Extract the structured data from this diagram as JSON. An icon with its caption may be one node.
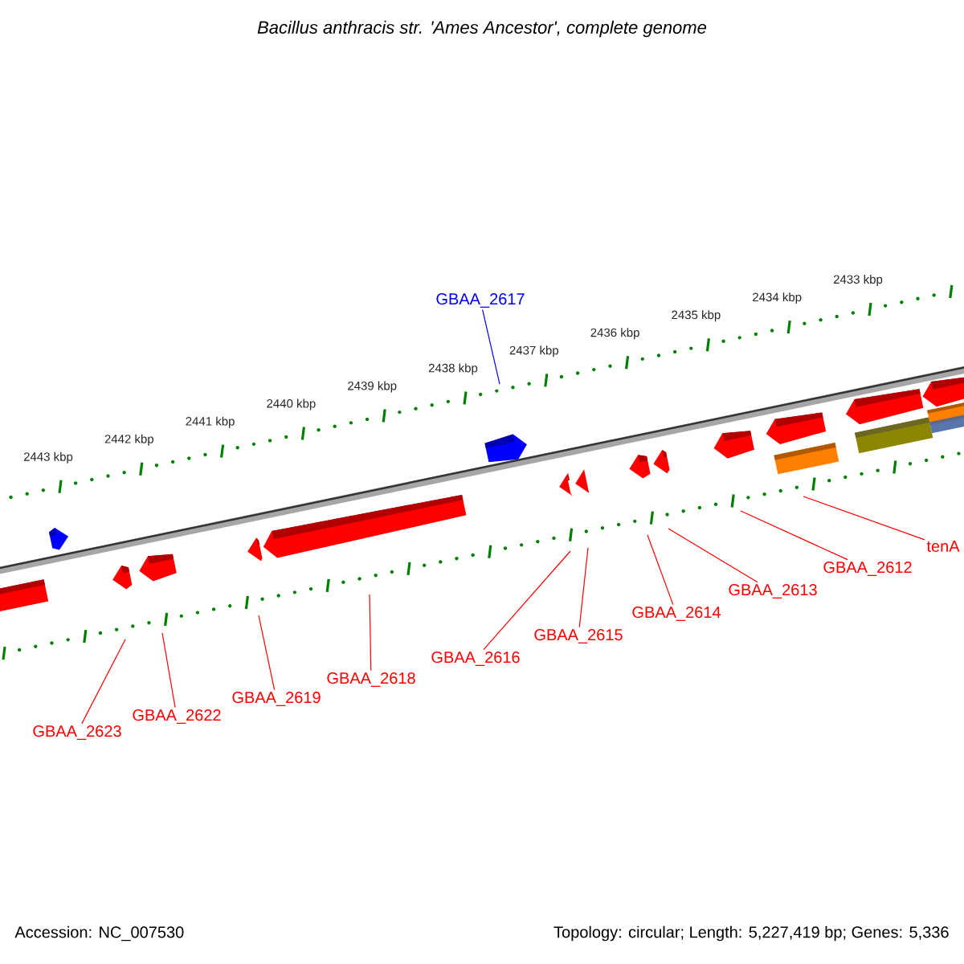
{
  "diagram": {
    "title": "Bacillus anthracis str. 'Ames Ancestor', complete genome",
    "nodes": [
      {
        "text": [
          "GBAA_2617"
        ]
      },
      {
        "text": [
          "GBAA_2623"
        ]
      },
      {
        "text": [
          "GBAA_2622"
        ]
      },
      {
        "text": [
          "GBAA_2619"
        ]
      },
      {
        "text": [
          "GBAA_2618"
        ]
      },
      {
        "text": [
          "GBAA_2616"
        ]
      },
      {
        "text": [
          "GBAA_2615"
        ]
      },
      {
        "text": [
          "GBAA_2614"
        ]
      },
      {
        "text": [
          "GBAA_2613"
        ]
      },
      {
        "text": [
          "GBAA_2612"
        ]
      },
      {
        "text": [
          "tenA"
        ]
      }
    ],
    "edges": [
      {
        "from": 0,
        "to": null,
        "arrow": "none",
        "color": "#0000ff"
      },
      {
        "from": 1,
        "to": null,
        "arrow": "none"
      },
      {
        "from": 2,
        "to": null,
        "arrow": "none"
      },
      {
        "from": 3,
        "to": null,
        "arrow": "none"
      },
      {
        "from": 4,
        "to": null,
        "arrow": "none"
      },
      {
        "from": 5,
        "to": null,
        "arrow": "none"
      },
      {
        "from": 6,
        "to": null,
        "arrow": "none"
      },
      {
        "from": 7,
        "to": null,
        "arrow": "none"
      },
      {
        "from": 8,
        "to": null,
        "arrow": "none"
      },
      {
        "from": 9,
        "to": null,
        "arrow": "none"
      },
      {
        "from": 10,
        "to": null,
        "arrow": "none"
      }
    ],
    "labels": [
      "2443 kbp",
      "2442 kbp",
      "2441 kbp",
      "2440 kbp",
      "2439 kbp",
      "2438 kbp",
      "2437 kbp",
      "2436 kbp",
      "2435 kbp",
      "2434 kbp",
      "2433 kbp",
      "Accession: NC_007530",
      "Topology: circular; Length: 5,227,419 bp; Genes: 5,336"
    ]
  }
}
